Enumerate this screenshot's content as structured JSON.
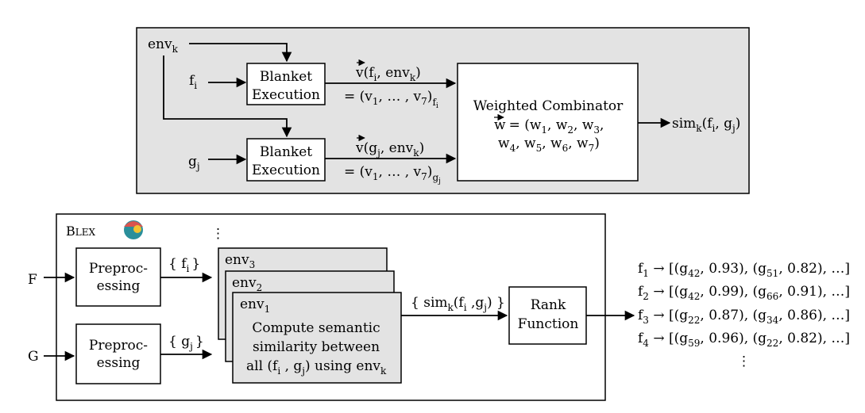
{
  "top": {
    "inputs": {
      "env": "env",
      "env_sub": "k",
      "f": "f",
      "f_sub": "i",
      "g": "g",
      "g_sub": "j"
    },
    "blanket_top": {
      "line1": "Blanket",
      "line2": "Execution"
    },
    "blanket_bottom": {
      "line1": "Blanket",
      "line2": "Execution"
    },
    "vec_f": {
      "v": "v",
      "args": "(f",
      "sub1": "i",
      "mid": ", env",
      "sub2": "k",
      "end": ")"
    },
    "vec_f_eq": {
      "text": "= (v",
      "s1": "1",
      "mid": ", … , v",
      "s7": "7",
      "close": ")",
      "subscript": "f",
      "subsub": "i"
    },
    "vec_g": {
      "v": "v",
      "args": "(g",
      "sub1": "j",
      "mid": ", env",
      "sub2": "k",
      "end": ")"
    },
    "vec_g_eq": {
      "text": "= (v",
      "s1": "1",
      "mid": ", … , v",
      "s7": "7",
      "close": ")",
      "subscript": "g",
      "subsub": "j"
    },
    "combinator": {
      "title": "Weighted Combinator",
      "w": "w",
      "line2": "= (w",
      "line2_rest": ", w",
      "line3": "w"
    },
    "output": {
      "sim": "sim",
      "sub": "k",
      "args": "(f",
      "a_sub": "i",
      "sep": ", g",
      "b_sub": "j",
      "end": ")"
    }
  },
  "bottom": {
    "title_big": "B",
    "title_small": "LEX",
    "inputs": {
      "F": "F",
      "G": "G"
    },
    "preproc_top": {
      "line1": "Preproc-",
      "line2": "essing"
    },
    "preproc_bottom": {
      "line1": "Preproc-",
      "line2": "essing"
    },
    "set_f": {
      "open": "{ f",
      "sub": "i",
      "close": "}"
    },
    "set_g": {
      "open": "{ g",
      "sub": "j",
      "close": "}"
    },
    "env_stack": [
      {
        "label": "env",
        "sub": "3"
      },
      {
        "label": "env",
        "sub": "2"
      },
      {
        "label": "env",
        "sub": "1"
      }
    ],
    "stack_dots": "⋮",
    "compute": {
      "line1": "Compute semantic",
      "line2": "similarity between",
      "line3_a": "all (f",
      "line3_b": " , g",
      "line3_c": ") using env",
      "sub_i": "i",
      "sub_j": "j",
      "sub_k": "k"
    },
    "sim_set": {
      "open": "{ sim",
      "sub_k": "k",
      "args": "(f",
      "sub_i": "i",
      "sep": " ,g",
      "sub_j": "j",
      "close": ") }"
    },
    "rank": {
      "line1": "Rank",
      "line2": "Function"
    },
    "results": [
      {
        "f": "f",
        "fsub": "1",
        "arrow": " → [(g",
        "g1": "42",
        "v1": ", 0.93), (g",
        "g2": "51",
        "v2": ", 0.82), …]"
      },
      {
        "f": "f",
        "fsub": "2",
        "arrow": " → [(g",
        "g1": "42",
        "v1": ", 0.99), (g",
        "g2": "66",
        "v2": ", 0.91), …]"
      },
      {
        "f": "f",
        "fsub": "3",
        "arrow": " → [(g",
        "g1": "22",
        "v1": ", 0.87), (g",
        "g2": "34",
        "v2": ", 0.86), …]"
      },
      {
        "f": "f",
        "fsub": "4",
        "arrow": " → [(g",
        "g1": "59",
        "v1": ", 0.96), (g",
        "g2": "22",
        "v2": ", 0.82), …]"
      }
    ],
    "results_dots": "⋮"
  },
  "colors": {
    "panel_fill": "#e3e3e3",
    "box_fill": "#ffffff",
    "stroke": "#000000",
    "logo_teal": "#2a8f9b",
    "logo_yellow": "#f2c230",
    "logo_red": "#d9534f"
  },
  "icons": [
    "arrow-icon",
    "blex-logo-icon"
  ]
}
